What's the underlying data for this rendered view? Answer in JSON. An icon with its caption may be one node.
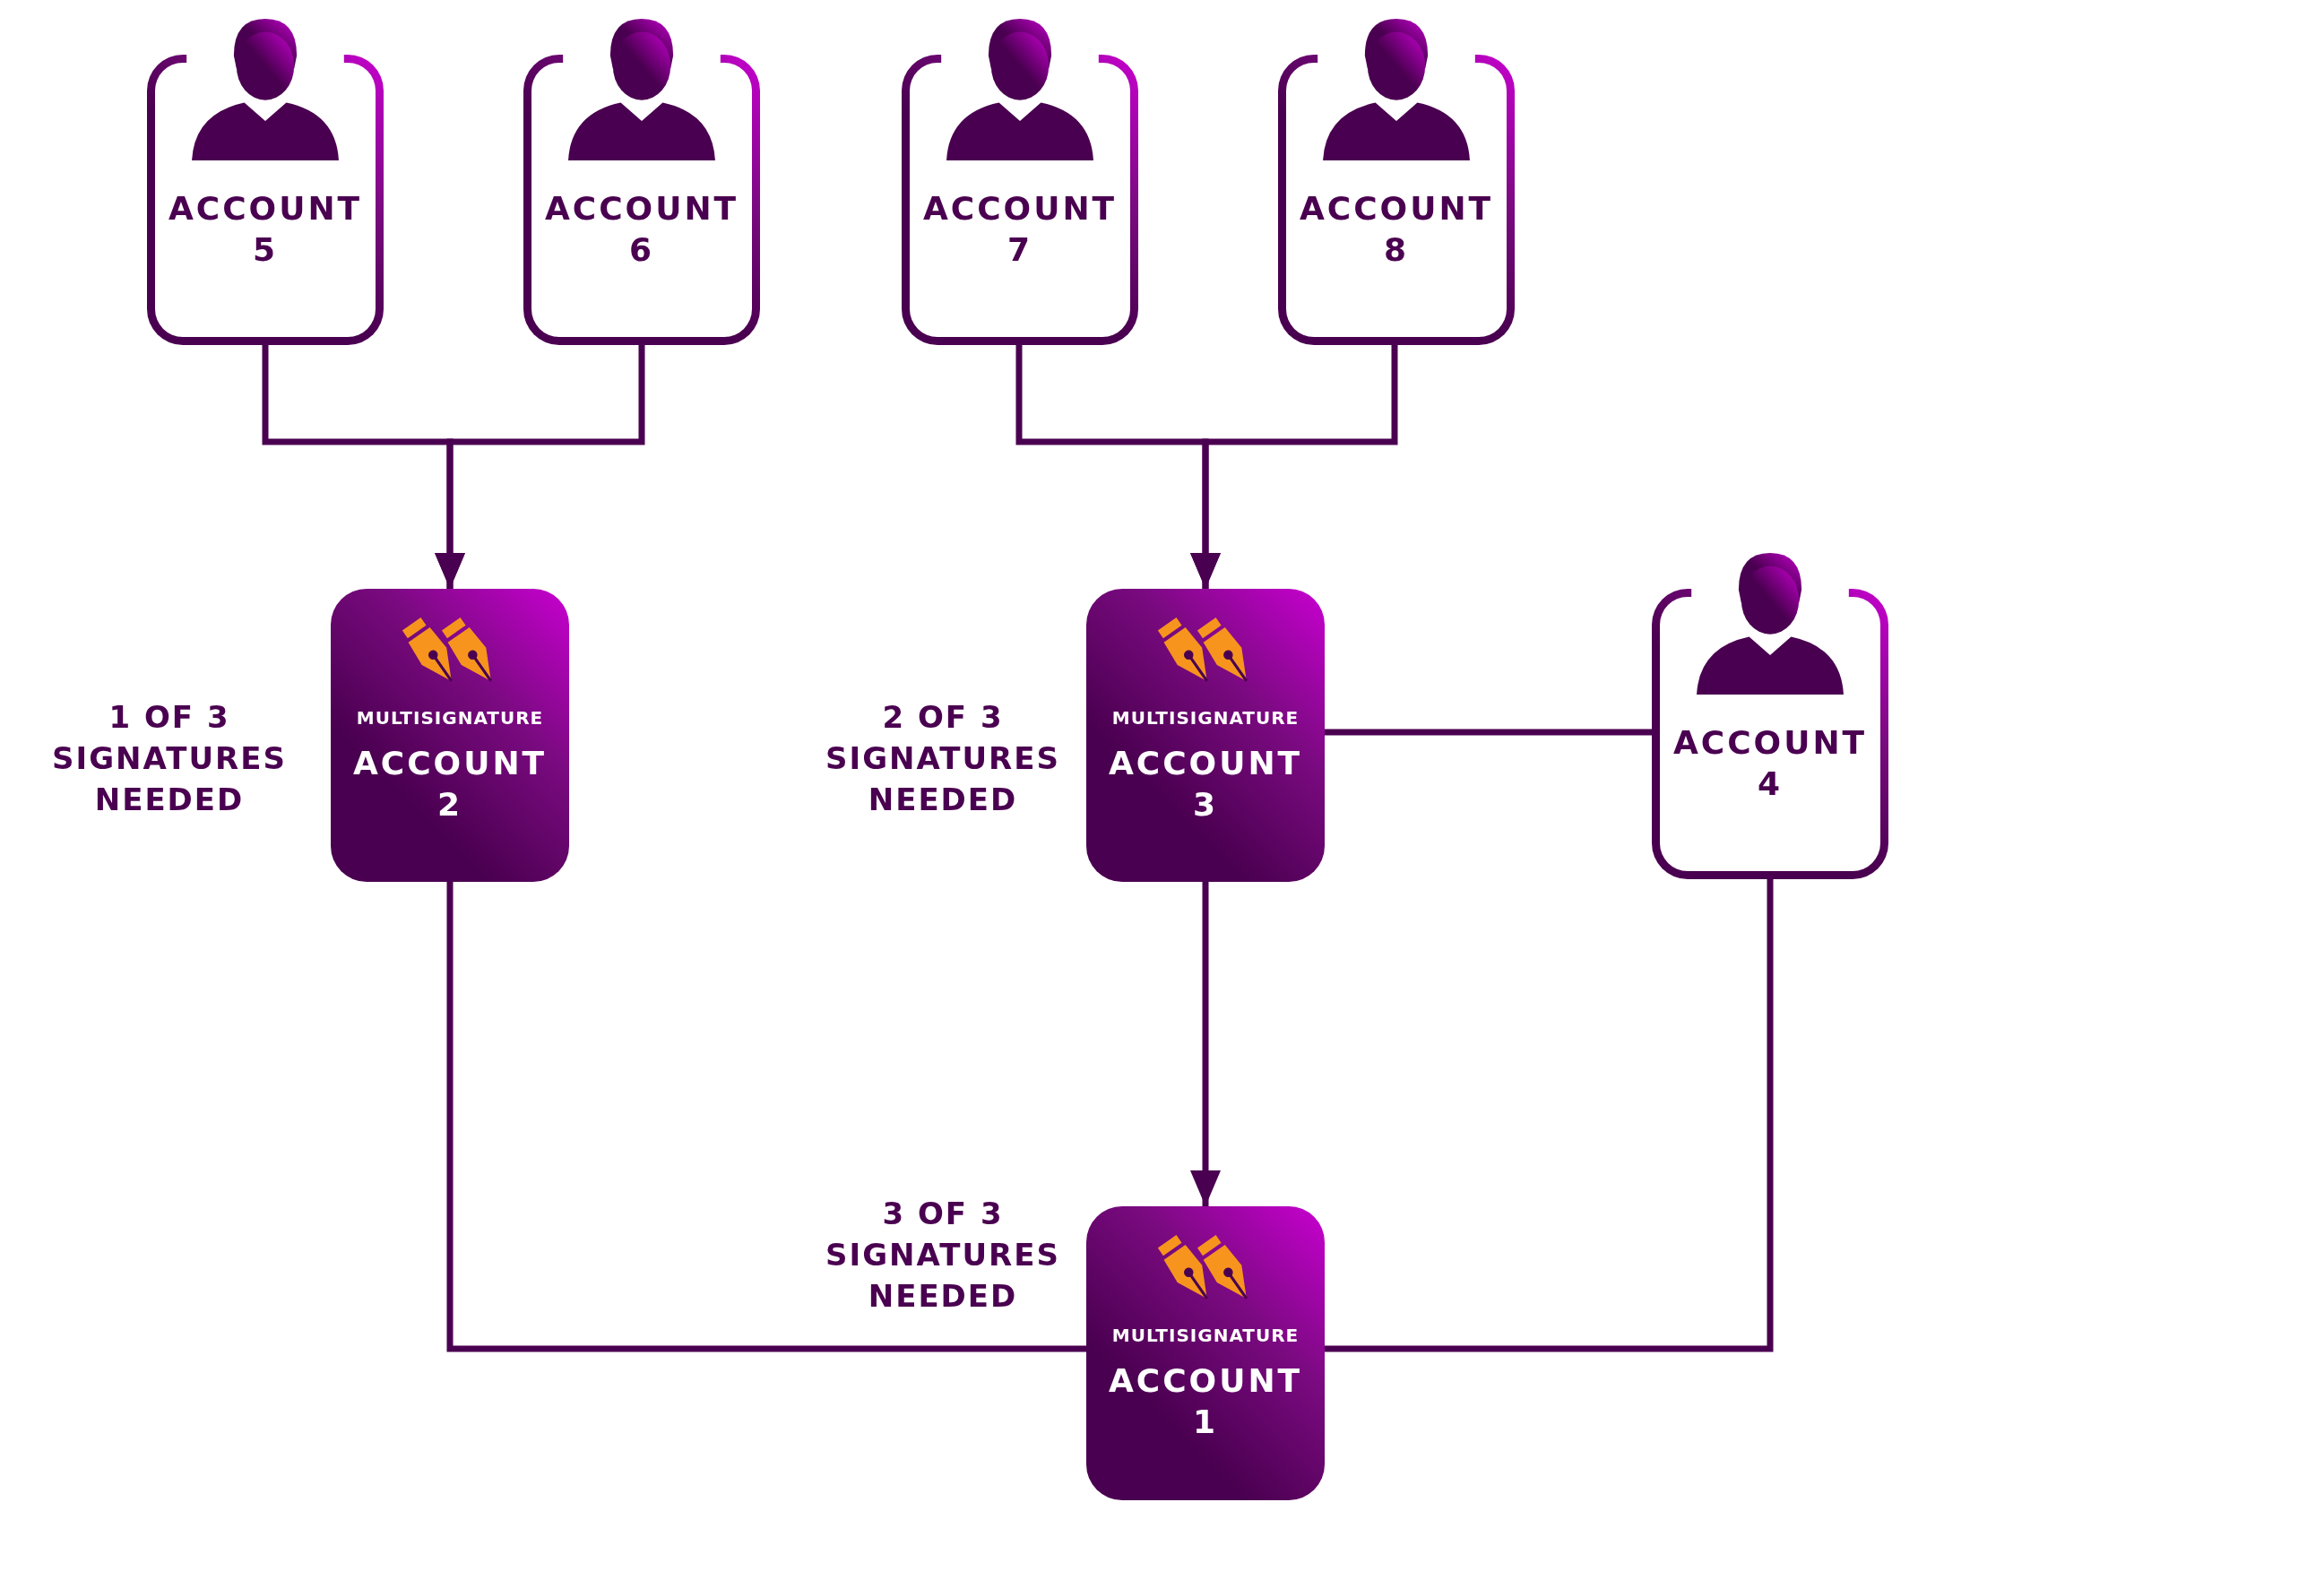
{
  "diagram": {
    "nodes": [
      {
        "text": [
          "ACCOUNT 5"
        ]
      },
      {
        "text": [
          "ACCOUNT 6"
        ]
      },
      {
        "text": [
          "ACCOUNT 7"
        ]
      },
      {
        "text": [
          "ACCOUNT 8"
        ]
      },
      {
        "text": [
          "MULTISIGNATURE",
          "ACCOUNT 2"
        ],
        "beside": [
          "1 OF 3 SIGNATURES NEEDED"
        ]
      },
      {
        "text": [
          "MULTISIGNATURE",
          "ACCOUNT 3"
        ],
        "beside": [
          "2 OF 3 SIGNATURES NEEDED"
        ]
      },
      {
        "text": [
          "ACCOUNT 4"
        ]
      },
      {
        "text": [
          "MULTISIGNATURE",
          "ACCOUNT 1"
        ],
        "beside": [
          "3 OF 3 SIGNATURES NEEDED"
        ]
      }
    ],
    "edges": [
      {
        "from": 0,
        "to": 4,
        "arrow": "to"
      },
      {
        "from": 1,
        "to": 4,
        "arrow": "to"
      },
      {
        "from": 2,
        "to": 5,
        "arrow": "to"
      },
      {
        "from": 3,
        "to": 5,
        "arrow": "to"
      },
      {
        "from": 5,
        "to": 6,
        "arrow": "none"
      },
      {
        "from": 5,
        "to": 7,
        "arrow": "to"
      },
      {
        "from": 4,
        "to": 7,
        "arrow": "none"
      },
      {
        "from": 6,
        "to": 7,
        "arrow": "none"
      }
    ]
  }
}
